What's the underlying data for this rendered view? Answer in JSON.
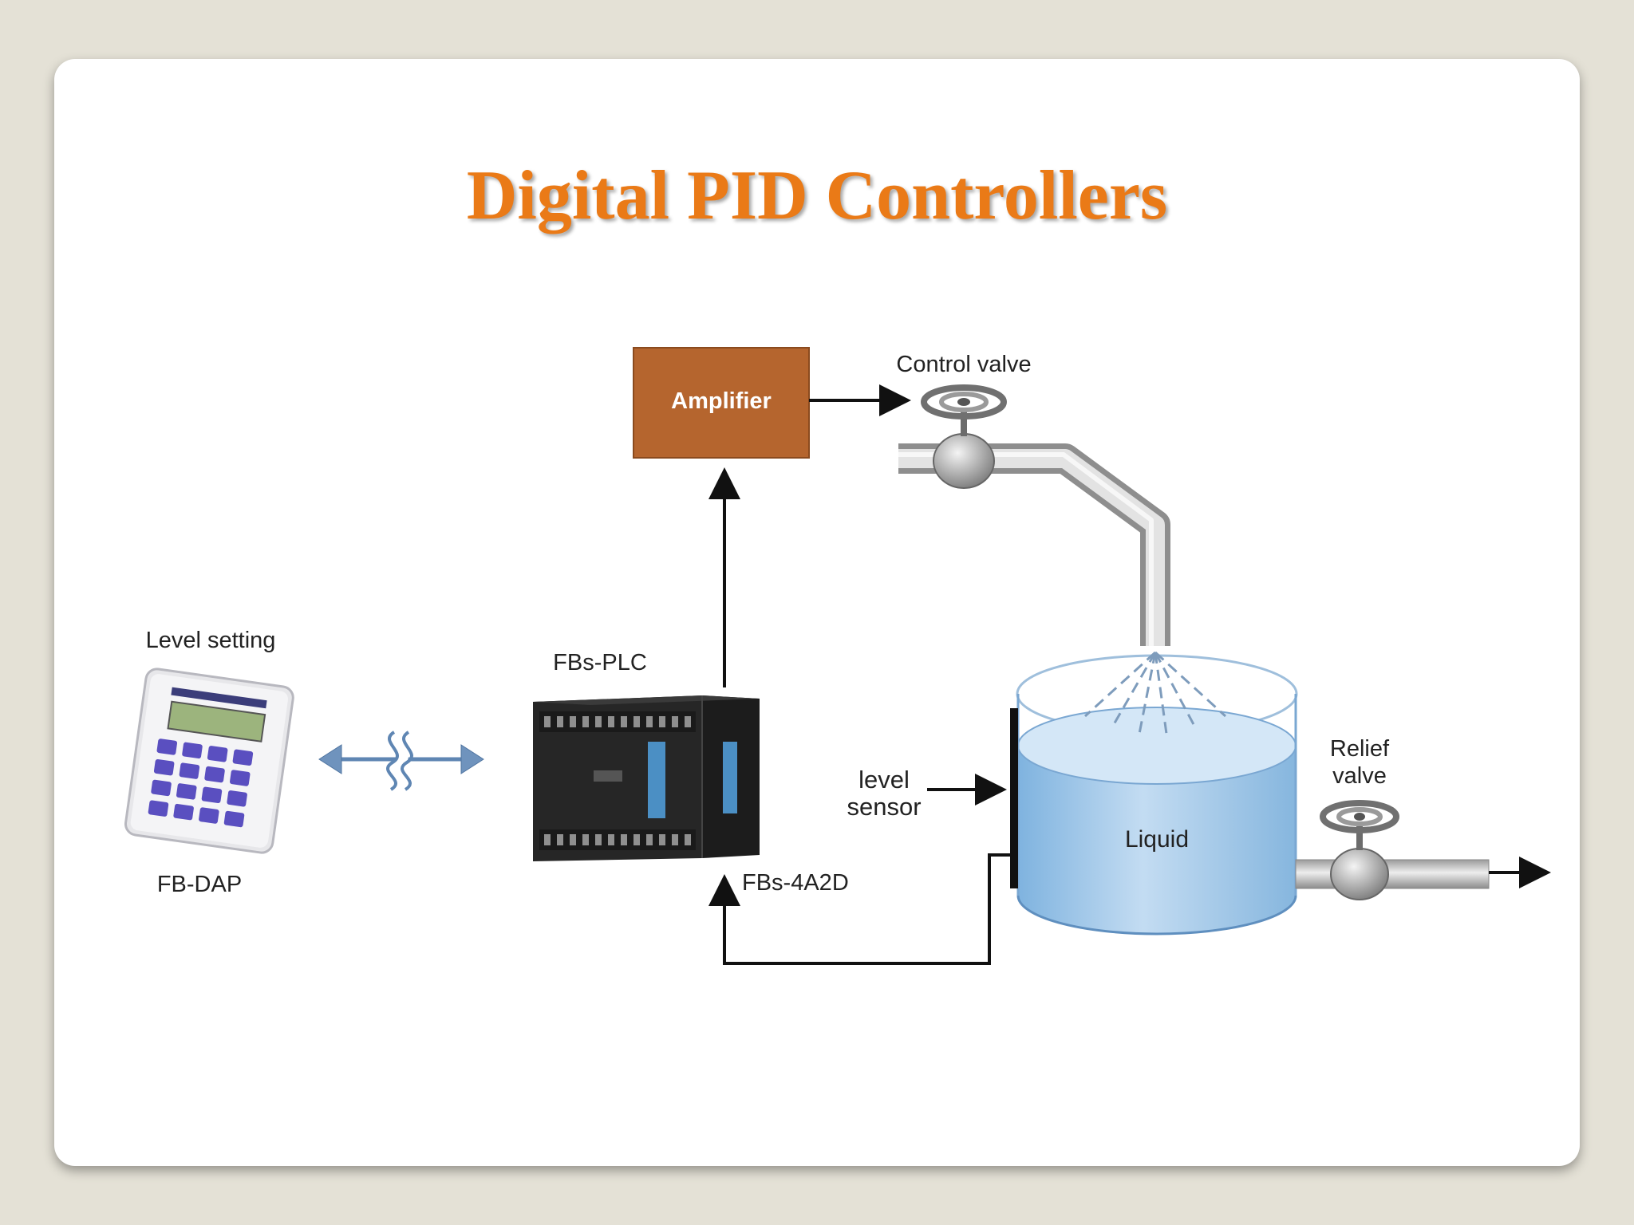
{
  "slide": {
    "title": "Digital PID Controllers"
  },
  "diagram": {
    "amplifier": "Amplifier",
    "control_valve": "Control valve",
    "level_setting": "Level setting",
    "fb_dap": "FB-DAP",
    "fbs_plc": "FBs-PLC",
    "fbs_4a2d": "FBs-4A2D",
    "level_sensor_line1": "level",
    "level_sensor_line2": "sensor",
    "liquid": "Liquid",
    "relief_valve_line1": "Relief",
    "relief_valve_line2": "valve"
  },
  "colors": {
    "title": "#ea7a17",
    "amplifier_box": "#b5652e",
    "liquid": "#a9cbe8",
    "pipe": "#c6c6c6",
    "keypad_keys": "#5a4fc0",
    "plc_body": "#222222"
  }
}
